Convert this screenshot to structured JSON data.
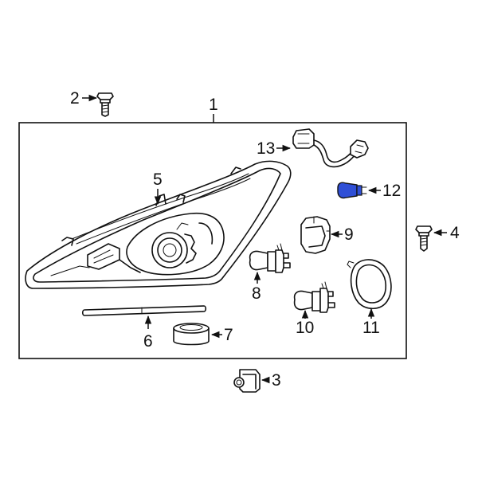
{
  "colors": {
    "line": "#111111",
    "background": "#ffffff",
    "highlight": "#2f4fd6"
  },
  "callouts": {
    "c1": "1",
    "c2": "2",
    "c3": "3",
    "c4": "4",
    "c5": "5",
    "c6": "6",
    "c7": "7",
    "c8": "8",
    "c9": "9",
    "c10": "10",
    "c11": "11",
    "c12": "12",
    "c13": "13"
  },
  "highlighted_part": "12"
}
